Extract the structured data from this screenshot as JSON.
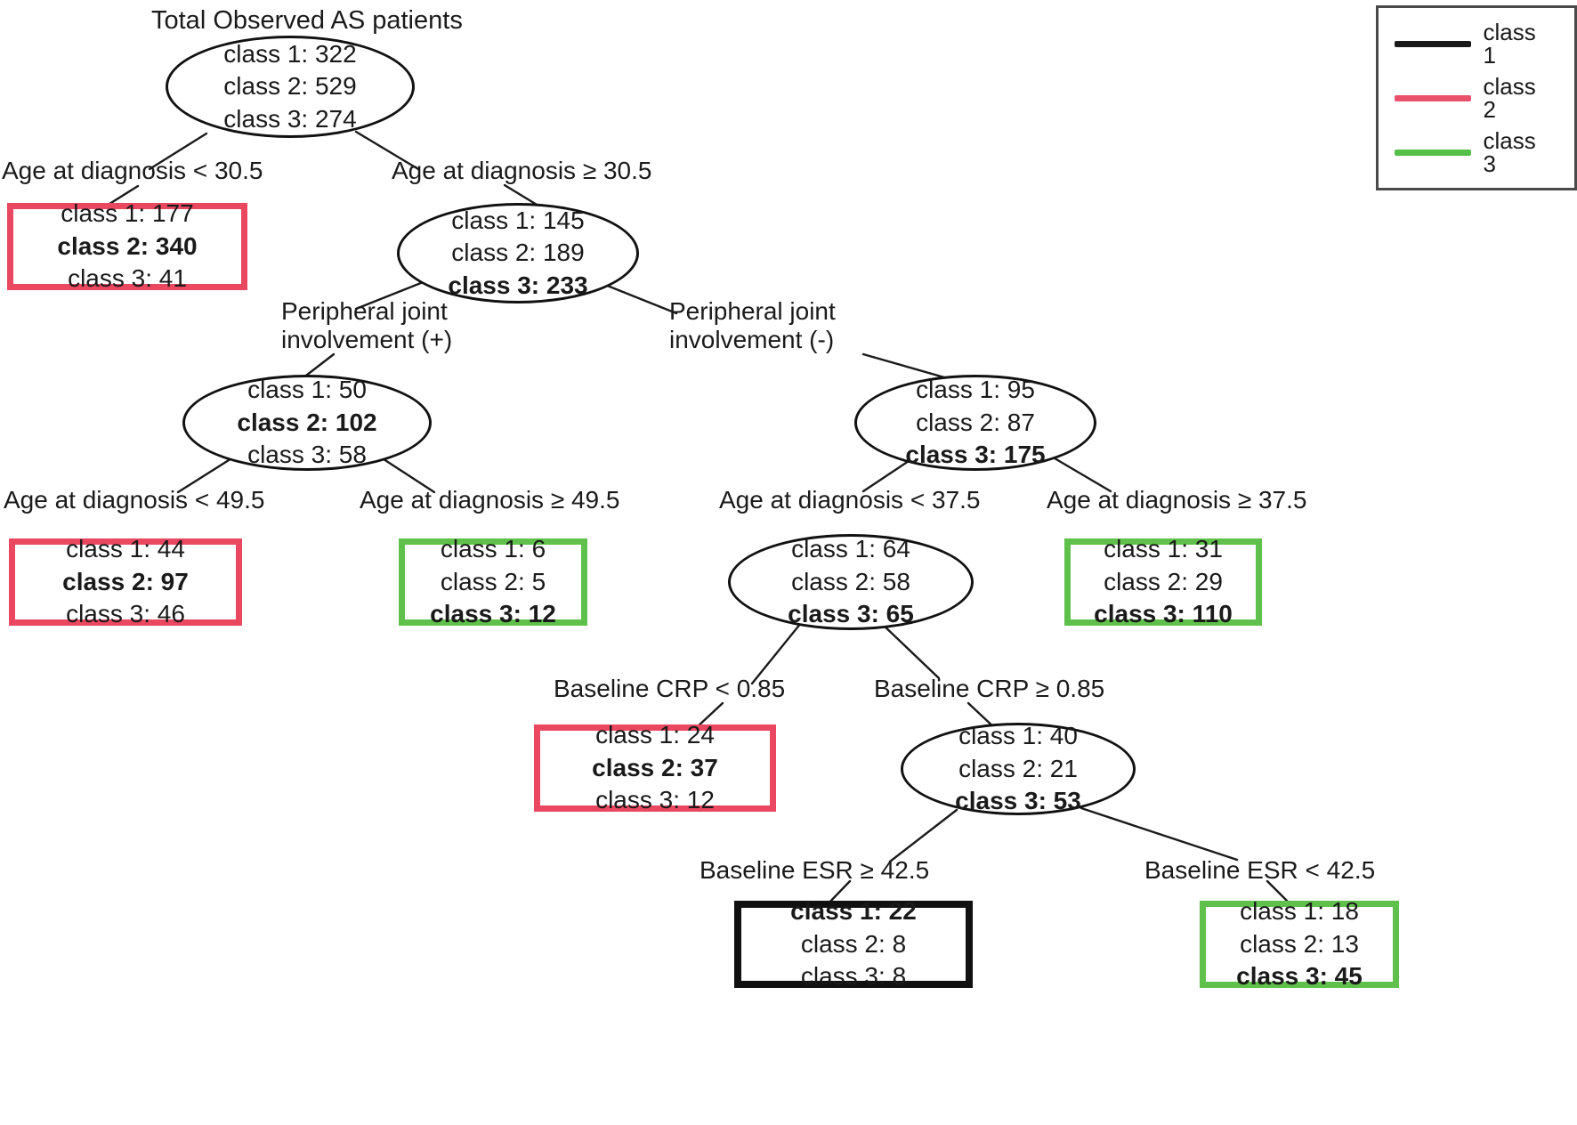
{
  "title": "Total Observed AS patients",
  "legend": {
    "items": [
      {
        "label": "class 1",
        "color": "#1a1a1a"
      },
      {
        "label": "class 2",
        "color": "#e8536b"
      },
      {
        "label": "class 3",
        "color": "#55c049"
      }
    ]
  },
  "chart_data": {
    "type": "diagram",
    "subtype": "decision-tree",
    "title": "Total Observed AS patients",
    "class_labels": [
      "class 1",
      "class 2",
      "class 3"
    ],
    "class_colors": {
      "class 1": "#1a1a1a",
      "class 2": "#e8536b",
      "class 3": "#55c049"
    },
    "nodes": [
      {
        "id": "root",
        "shape": "ellipse",
        "counts": [
          322,
          529,
          274
        ],
        "dominant": null,
        "outline": "#111111"
      },
      {
        "id": "n_ge30",
        "shape": "ellipse",
        "counts": [
          145,
          189,
          233
        ],
        "dominant": "class 3",
        "outline": "#111111"
      },
      {
        "id": "n_pj_p",
        "shape": "ellipse",
        "counts": [
          50,
          102,
          58
        ],
        "dominant": "class 2",
        "outline": "#111111"
      },
      {
        "id": "n_pj_n",
        "shape": "ellipse",
        "counts": [
          95,
          87,
          175
        ],
        "dominant": "class 3",
        "outline": "#111111"
      },
      {
        "id": "n_lt37",
        "shape": "ellipse",
        "counts": [
          64,
          58,
          65
        ],
        "dominant": "class 3",
        "outline": "#111111"
      },
      {
        "id": "n_crp_ge",
        "shape": "ellipse",
        "counts": [
          40,
          21,
          53
        ],
        "dominant": "class 3",
        "outline": "#111111"
      },
      {
        "id": "l_lt30",
        "shape": "box",
        "counts": [
          177,
          340,
          41
        ],
        "dominant": "class 2",
        "outline": "#ea4761"
      },
      {
        "id": "l_lt49",
        "shape": "box",
        "counts": [
          44,
          97,
          46
        ],
        "dominant": "class 2",
        "outline": "#ea4761"
      },
      {
        "id": "l_ge49",
        "shape": "box",
        "counts": [
          6,
          5,
          12
        ],
        "dominant": "class 3",
        "outline": "#5fc14b"
      },
      {
        "id": "l_ge37",
        "shape": "box",
        "counts": [
          31,
          29,
          110
        ],
        "dominant": "class 3",
        "outline": "#5fc14b"
      },
      {
        "id": "l_crp_lt",
        "shape": "box",
        "counts": [
          24,
          37,
          12
        ],
        "dominant": "class 2",
        "outline": "#ea4761"
      },
      {
        "id": "l_esr_ge",
        "shape": "box",
        "counts": [
          22,
          8,
          8
        ],
        "dominant": "class 1",
        "outline": "#111111"
      },
      {
        "id": "l_esr_lt",
        "shape": "box",
        "counts": [
          18,
          13,
          45
        ],
        "dominant": "class 3",
        "outline": "#5fc14b"
      }
    ],
    "edge_labels": [
      "Age at diagnosis < 30.5",
      "Age at diagnosis ≥ 30.5",
      "Peripheral joint involvement (+)",
      "Peripheral joint involvement (-)",
      "Age at diagnosis < 49.5",
      "Age at diagnosis ≥ 49.5",
      "Age at diagnosis < 37.5",
      "Age at diagnosis ≥ 37.5",
      "Baseline CRP < 0.85",
      "Baseline CRP ≥ 0.85",
      "Baseline ESR ≥ 42.5",
      "Baseline ESR < 42.5"
    ]
  },
  "nodes": {
    "root": {
      "r1": "class 1: 322",
      "r2": "class 2: 529",
      "r3": "class 3: 274"
    },
    "n_ge30": {
      "r1": "class 1: 145",
      "r2": "class 2: 189",
      "r3": "class 3: 233"
    },
    "n_pj_p": {
      "r1": "class 1: 50",
      "r2": "class 2: 102",
      "r3": "class 3: 58"
    },
    "n_pj_n": {
      "r1": "class 1: 95",
      "r2": "class 2: 87",
      "r3": "class 3: 175"
    },
    "n_lt37": {
      "r1": "class 1: 64",
      "r2": "class 2: 58",
      "r3": "class 3: 65"
    },
    "n_crp_ge": {
      "r1": "class 1: 40",
      "r2": "class 2: 21",
      "r3": "class 3: 53"
    },
    "l_lt30": {
      "r1": "class 1: 177",
      "r2": "class 2: 340",
      "r3": "class 3: 41"
    },
    "l_lt49": {
      "r1": "class 1: 44",
      "r2": "class 2: 97",
      "r3": "class 3: 46"
    },
    "l_ge49": {
      "r1": "class 1: 6",
      "r2": "class 2: 5",
      "r3": "class 3: 12"
    },
    "l_ge37": {
      "r1": "class 1: 31",
      "r2": "class 2: 29",
      "r3": "class 3: 110"
    },
    "l_crp_lt": {
      "r1": "class 1: 24",
      "r2": "class 2: 37",
      "r3": "class 3: 12"
    },
    "l_esr_ge": {
      "r1": "class 1: 22",
      "r2": "class 2: 8",
      "r3": "class 3: 8"
    },
    "l_esr_lt": {
      "r1": "class 1: 18",
      "r2": "class 2: 13",
      "r3": "class 3: 45"
    }
  },
  "edges": {
    "age_lt_305": "Age at diagnosis < 30.5",
    "age_ge_305": "Age at diagnosis ≥ 30.5",
    "pj_pos_l1": "Peripheral joint",
    "pj_pos_l2": "involvement (+)",
    "pj_neg_l1": "Peripheral joint",
    "pj_neg_l2": "involvement (-)",
    "age_lt_495": "Age at diagnosis < 49.5",
    "age_ge_495": "Age at diagnosis ≥ 49.5",
    "age_lt_375": "Age at diagnosis < 37.5",
    "age_ge_375": "Age at diagnosis ≥ 37.5",
    "crp_lt_085": "Baseline CRP < 0.85",
    "crp_ge_085": "Baseline CRP ≥ 0.85",
    "esr_ge_425": "Baseline ESR ≥ 42.5",
    "esr_lt_425": "Baseline ESR < 42.5"
  }
}
